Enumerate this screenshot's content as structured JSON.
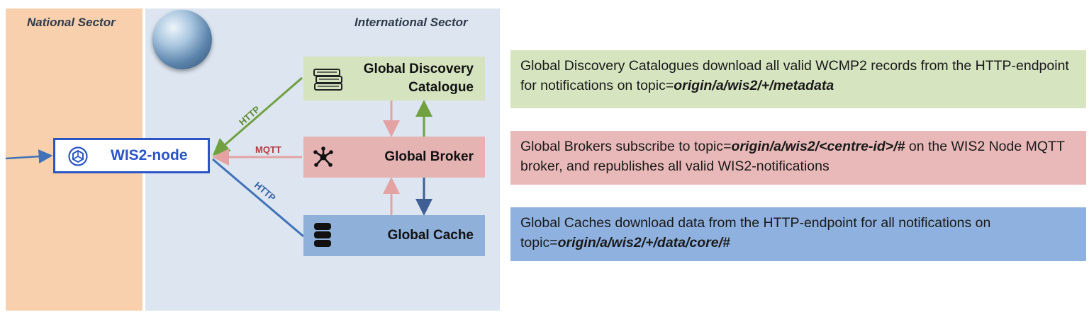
{
  "sectors": {
    "national_title": "National Sector",
    "international_title": "International Sector"
  },
  "node": {
    "label": "WIS2-node"
  },
  "services": {
    "gdc_line1": "Global Discovery",
    "gdc_line2": "Catalogue",
    "broker": "Global Broker",
    "cache": "Global Cache"
  },
  "protocols": {
    "http_top": "HTTP",
    "mqtt": "MQTT",
    "http_bottom": "HTTP"
  },
  "descriptions": {
    "gdc": {
      "pre": "Global Discovery Catalogues download all valid WCMP2 records from the HTTP-endpoint for notifications on topic=",
      "topic": "origin/a/wis2/+/metadata",
      "post": ""
    },
    "broker": {
      "pre": "Global Brokers subscribe to topic=",
      "topic": "origin/a/wis2/<centre-id>/#",
      "post": " on the WIS2 Node MQTT broker, and republishes all valid WIS2-notifications"
    },
    "cache": {
      "pre": "Global Caches download data from the HTTP-endpoint for all notifications on topic=",
      "topic": "origin/a/wis2/+/data/core/#",
      "post": ""
    }
  },
  "colors": {
    "green_link": "#70a040",
    "red_link": "#e3a3a3",
    "blue_link": "#3f72b7",
    "node_blue": "#2b55c7"
  },
  "icons": {
    "globe": "globe-icon",
    "gdc": "books-icon",
    "broker": "network-hub-icon",
    "cache": "database-icon",
    "node": "wis2-logo-icon"
  }
}
